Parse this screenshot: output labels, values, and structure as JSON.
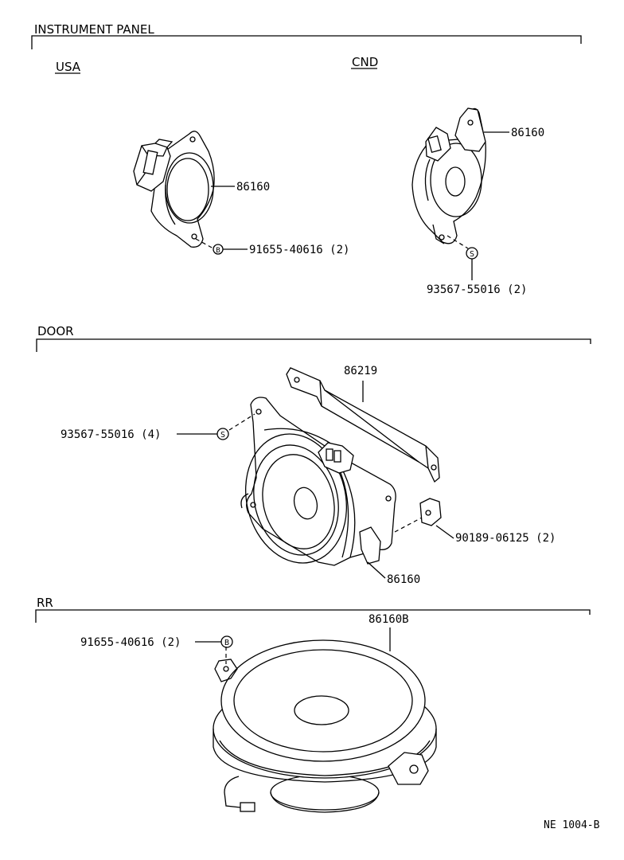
{
  "sections": {
    "instrument_panel": "INSTRUMENT PANEL",
    "usa": "USA",
    "cnd": "CND",
    "door": "DOOR",
    "rr": "RR"
  },
  "labels": {
    "usa_speaker": "86160",
    "usa_screw": "91655-40616 (2)",
    "cnd_speaker": "86160",
    "cnd_screw": "93567-55016 (2)",
    "door_bracket": "86219",
    "door_screw": "93567-55016 (4)",
    "door_nut": "90189-06125 (2)",
    "door_speaker": "86160",
    "rr_speaker": "86160B",
    "rr_screw": "91655-40616 (2)"
  },
  "symbols": {
    "b": "B",
    "s": "S"
  },
  "footer": "NE  1004-B"
}
